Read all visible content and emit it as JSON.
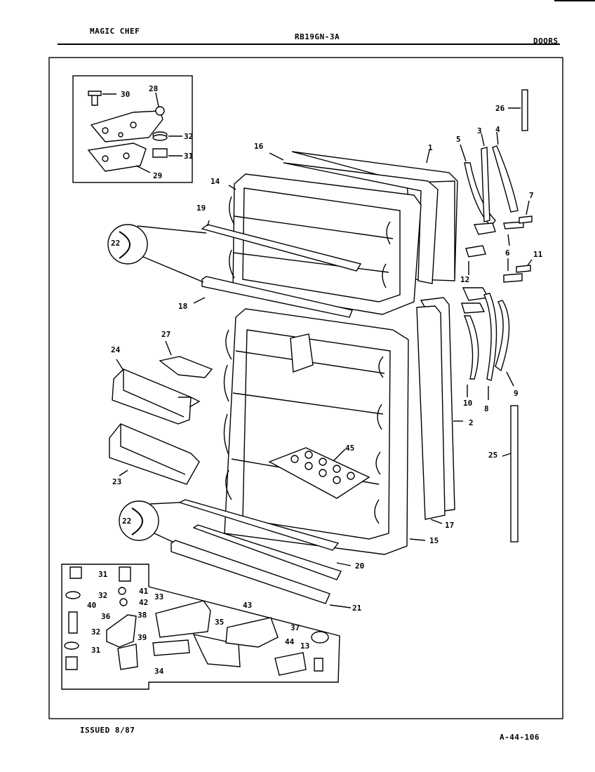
{
  "header": {
    "brand": "MAGIC CHEF",
    "model": "RB19GN-3A",
    "section": "DOORS"
  },
  "footer": {
    "issued": "ISSUED 8/87",
    "code": "A-44-106"
  },
  "callouts": {
    "c1": "1",
    "c2": "2",
    "c3": "3",
    "c4": "4",
    "c5": "5",
    "c6": "6",
    "c7": "7",
    "c8": "8",
    "c9": "9",
    "c10": "10",
    "c11": "11",
    "c12": "12",
    "c13": "13",
    "c14": "14",
    "c15": "15",
    "c16": "16",
    "c17": "17",
    "c18": "18",
    "c19": "19",
    "c20": "20",
    "c21": "21",
    "c22a": "22",
    "c22b": "22",
    "c23": "23",
    "c24": "24",
    "c25": "25",
    "c26": "26",
    "c27": "27",
    "c28": "28",
    "c29": "29",
    "c30": "30",
    "c31a": "31",
    "c31b": "31",
    "c31c": "31",
    "c32a": "32",
    "c32b": "32",
    "c32c": "32",
    "c33": "33",
    "c34": "34",
    "c35": "35",
    "c36": "36",
    "c37": "37",
    "c38": "38",
    "c39": "39",
    "c40": "40",
    "c41": "41",
    "c42": "42",
    "c43": "43",
    "c44": "44",
    "c45": "45"
  }
}
